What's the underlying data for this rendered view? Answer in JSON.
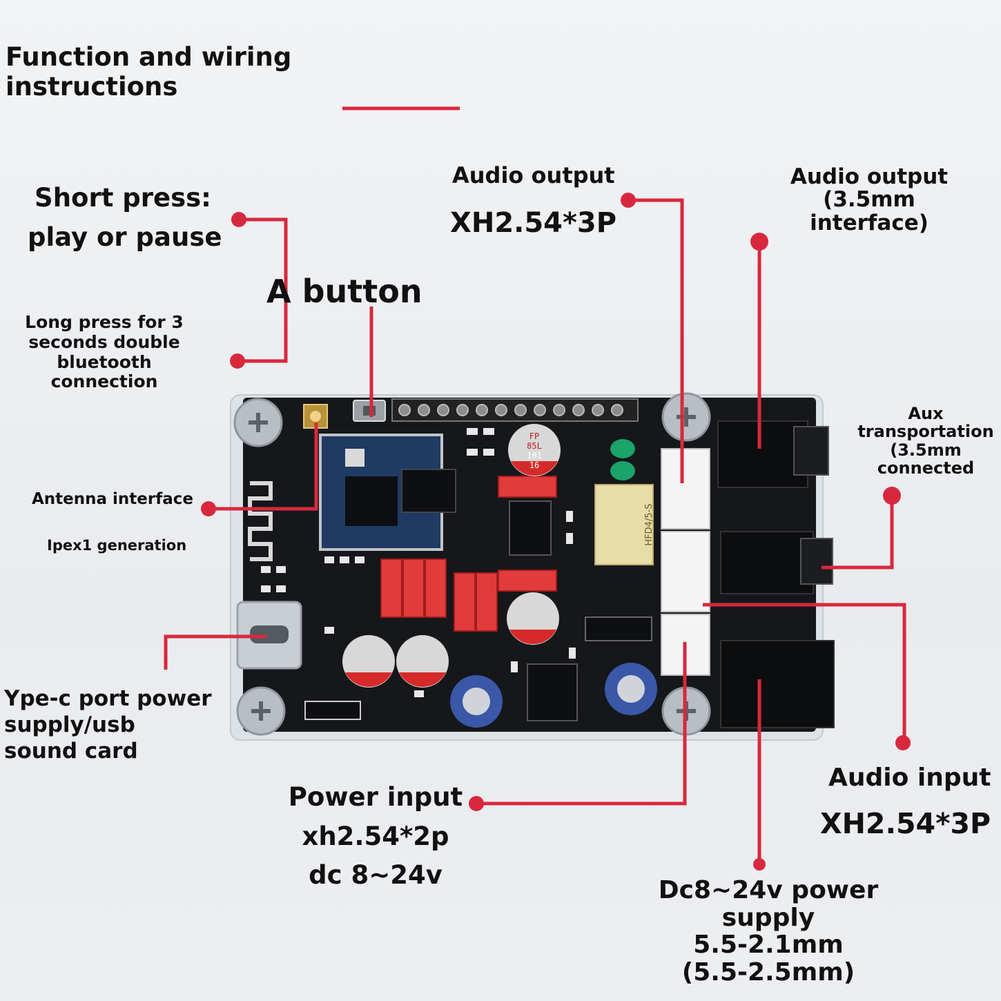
{
  "title": {
    "line1": "Function and wiring",
    "line2": "instructions"
  },
  "button": {
    "short_press_1": "Short press:",
    "short_press_2": "play or pause",
    "name": "A button",
    "long_press_1": "Long press for 3",
    "long_press_2": "seconds double",
    "long_press_3": "bluetooth",
    "long_press_4": "connection"
  },
  "antenna": {
    "line1": "Antenna interface",
    "line2": "Ipex1 generation"
  },
  "typec": {
    "line1": "Ype-c port power",
    "line2": "supply/usb",
    "line3": "sound card"
  },
  "audio_out_xh": {
    "line1": "Audio output",
    "line2": "XH2.54*3P"
  },
  "audio_out_35": {
    "line1": "Audio output",
    "line2": "(3.5mm",
    "line3": "interface)"
  },
  "aux": {
    "line1": "Aux",
    "line2": "transportation",
    "line3": "(3.5mm",
    "line4": "connected"
  },
  "audio_in": {
    "line1": "Audio input",
    "line2": "XH2.54*3P"
  },
  "power_in": {
    "line1": "Power input",
    "line2": "xh2.54*2p",
    "line3": "dc 8~24v"
  },
  "dc_power": {
    "line1": "Dc8~24v power",
    "line2": "supply",
    "line3": "5.5-2.1mm",
    "line4": "(5.5-2.5mm)"
  },
  "board_print": {
    "cap1": [
      "FP",
      "85L",
      "101",
      "16"
    ],
    "relay": "HFD4/5-S"
  },
  "colors": {
    "callout": "#d8283e",
    "pcb": "#15171a",
    "label": "#111111"
  }
}
